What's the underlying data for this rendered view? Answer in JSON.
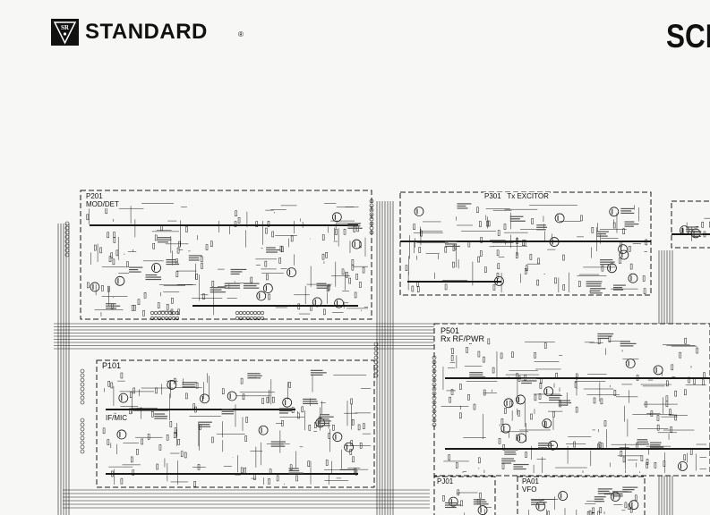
{
  "header": {
    "logo_text": "SR",
    "brand": "STANDARD",
    "registered_mark": "®",
    "title_partial": "SCH"
  },
  "modules": [
    {
      "id": "P201",
      "name": "MOD/DET"
    },
    {
      "id": "P301",
      "name": "Tx EXCITOR"
    },
    {
      "id": "P101",
      "name": "IF/MIC"
    },
    {
      "id": "P501",
      "name": "Rx RF/PWR"
    },
    {
      "id": "PJ01",
      "name": ""
    },
    {
      "id": "PA01",
      "name": "VFO"
    }
  ],
  "colors": {
    "ink": "#1a1a1a",
    "paper": "#f7f7f5"
  }
}
